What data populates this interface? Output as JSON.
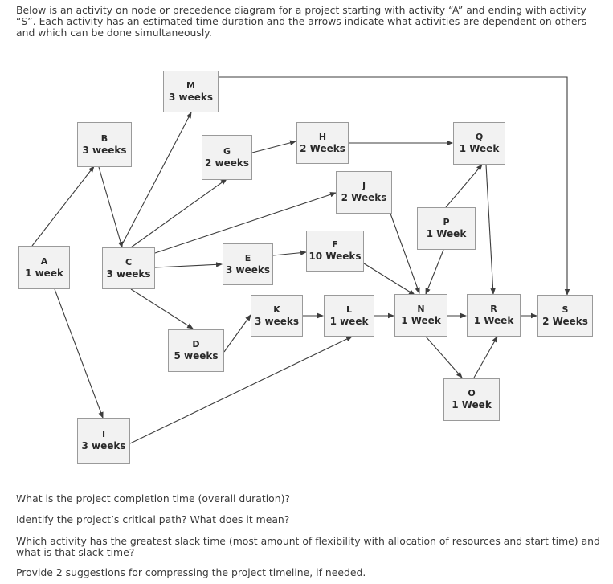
{
  "intro": "Below is an activity on node or precedence diagram for a project starting with activity “A” and ending with activity “S”. Each activity has an estimated time duration and the arrows indicate what activities are dependent on others and which can be done simultaneously.",
  "nodes": {
    "M": {
      "name": "M",
      "duration": "3 weeks"
    },
    "B": {
      "name": "B",
      "duration": "3 weeks"
    },
    "G": {
      "name": "G",
      "duration": "2 weeks"
    },
    "H": {
      "name": "H",
      "duration": "2 Weeks"
    },
    "Q": {
      "name": "Q",
      "duration": "1 Week"
    },
    "J": {
      "name": "J",
      "duration": "2 Weeks"
    },
    "P": {
      "name": "P",
      "duration": "1 Week"
    },
    "F": {
      "name": "F",
      "duration": "10 Weeks"
    },
    "A": {
      "name": "A",
      "duration": "1 week"
    },
    "C": {
      "name": "C",
      "duration": "3 weeks"
    },
    "E": {
      "name": "E",
      "duration": "3 weeks"
    },
    "K": {
      "name": "K",
      "duration": "3 weeks"
    },
    "L": {
      "name": "L",
      "duration": "1 week"
    },
    "N": {
      "name": "N",
      "duration": "1 Week"
    },
    "R": {
      "name": "R",
      "duration": "1 Week"
    },
    "S": {
      "name": "S",
      "duration": "2 Weeks"
    },
    "D": {
      "name": "D",
      "duration": "5 weeks"
    },
    "O": {
      "name": "O",
      "duration": "1 Week"
    },
    "I": {
      "name": "I",
      "duration": "3 weeks"
    }
  },
  "questions": [
    "What is the project completion time (overall duration)?",
    "Identify the project’s critical path?  What does it mean?",
    "Which activity has the greatest slack time (most amount of flexibility with allocation of resources and start time) and what is that slack time?",
    "Provide 2 suggestions for compressing the project timeline, if needed."
  ],
  "colors": {
    "node_fill": "#f2f2f2",
    "node_border": "#9a9a9a",
    "arrow": "#3d3d3d",
    "text": "#3a3a3a"
  }
}
